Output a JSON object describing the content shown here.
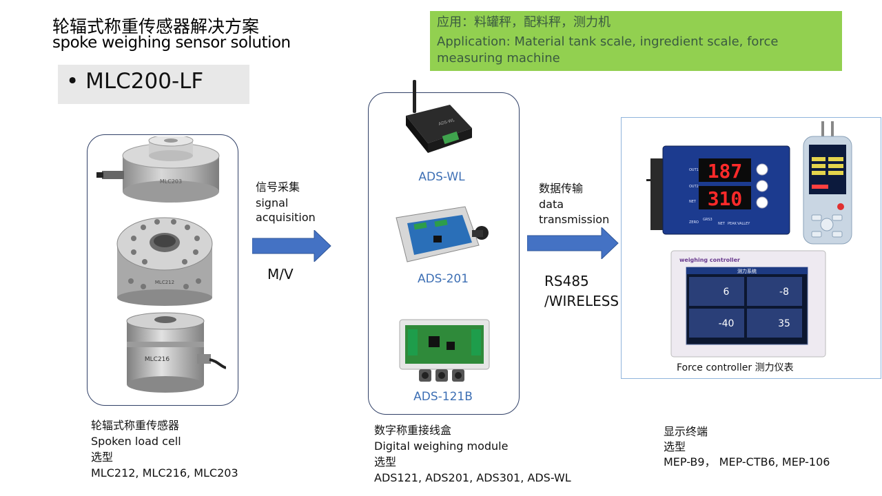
{
  "title": {
    "cn": "轮辐式称重传感器解决方案",
    "en": "spoke weighing sensor solution"
  },
  "model": "• MLC200-LF",
  "application": {
    "line1": "应用：料罐秤，配料秤，测力机",
    "line2": "Application: Material tank scale, ingredient scale, force",
    "line3": "measuring machine"
  },
  "sensors": {
    "images": [
      "MLC203",
      "MLC212",
      "MLC216"
    ],
    "caption": {
      "cn": "轮辐式称重传感器",
      "en": "Spoken load cell",
      "select": "选型",
      "models": "MLC212, MLC216, MLC203"
    }
  },
  "arrow1": {
    "cn": "信号采集",
    "en1": "signal",
    "en2": "acquisition",
    "below": "M/V"
  },
  "modules": {
    "items": [
      "ADS-WL",
      "ADS-201",
      "ADS-121B"
    ],
    "caption": {
      "cn": "数字称重接线盒",
      "en": "Digital weighing module",
      "select": "选型",
      "models": "ADS121, ADS201, ADS301, ADS-WL"
    }
  },
  "arrow2": {
    "cn": "数据传输",
    "en1": "data",
    "en2": "transmission",
    "below1": "RS485",
    "below2": "/WIRELESS"
  },
  "display": {
    "meter_readings": [
      "187",
      "310"
    ],
    "meter_keys": [
      "OUT1",
      "OUT2",
      "NET",
      "ZERO",
      "GRS3",
      "NET",
      "PEAK",
      "VALLEY"
    ],
    "controller_brand": "weighing controller",
    "screen_title": "测力系统",
    "screen_values": [
      "6",
      "-8",
      "-40",
      "35"
    ],
    "caption": "Force controller 测力仪表",
    "terminal": {
      "cn": "显示终端",
      "select": "选型",
      "models": "MEP-B9， MEP-CTB6, MEP-106"
    }
  },
  "colors": {
    "accent_green": "#92d050",
    "arrow_blue": "#4472c4",
    "label_blue": "#3d6fb4",
    "box_border": "#2f3f66"
  }
}
